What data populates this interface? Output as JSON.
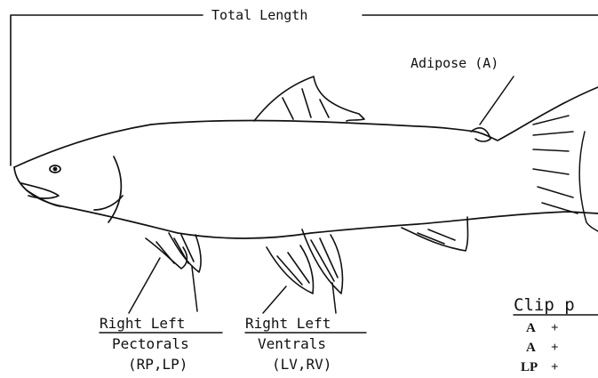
{
  "labels": {
    "total_length": "Total Length",
    "adipose": "Adipose (A)",
    "pectorals_sides": "Right Left",
    "pectorals_name": "Pectorals",
    "pectorals_codes": "(RP,LP)",
    "ventrals_sides": "Right Left",
    "ventrals_name": "Ventrals",
    "ventrals_codes": "(LV,RV)"
  },
  "clip_table": {
    "heading": "Clip p",
    "rows": [
      {
        "code": "A",
        "sign": "+"
      },
      {
        "code": "A",
        "sign": "+"
      },
      {
        "code": "LP",
        "sign": "+"
      }
    ]
  }
}
